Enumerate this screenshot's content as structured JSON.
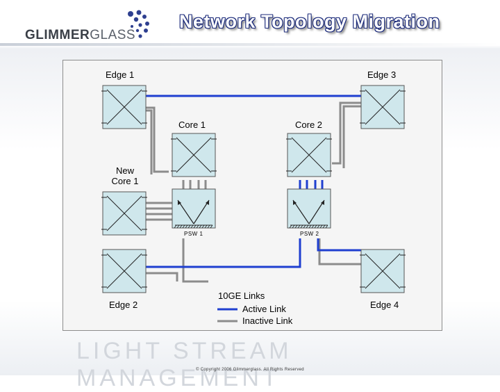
{
  "header": {
    "logo_bold": "GLIMMER",
    "logo_light": "GLASS",
    "title": "Network Topology Migration"
  },
  "diagram": {
    "labels": {
      "edge1": "Edge 1",
      "edge3": "Edge 3",
      "core1": "Core 1",
      "core2": "Core 2",
      "new_core_line1": "New",
      "new_core_line2": "Core 1",
      "psw1": "PSW 1",
      "psw2": "PSW 2",
      "edge2": "Edge 2",
      "edge4": "Edge 4"
    },
    "legend": {
      "title": "10GE Links",
      "active": "Active Link",
      "inactive": "Inactive Link"
    },
    "colors": {
      "active_link": "#1f3fd0",
      "inactive_link": "#8c8c8c",
      "switch_fill": "#cfe7ec"
    }
  },
  "footer": {
    "watermark": "LIGHT STREAM MANAGEMENT",
    "copyright": "© Copyright 2006 Glimmerglass. All Rights Reserved"
  }
}
